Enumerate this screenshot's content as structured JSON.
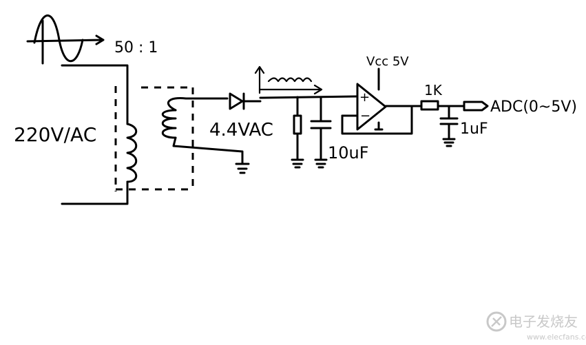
{
  "labels": {
    "ratio": "50 : 1",
    "primary_voltage": "220V/AC",
    "secondary_voltage": "4.4VAC",
    "supply": "Vcc 5V",
    "capacitor_1": "10uF",
    "resistor": "1K",
    "capacitor_2": "1uF",
    "output": "ADC(0~5V)"
  },
  "opamp": {
    "plus": "+",
    "minus": "−"
  },
  "watermark": {
    "text": "电子发烧友",
    "url": "www.elecfans.com"
  }
}
